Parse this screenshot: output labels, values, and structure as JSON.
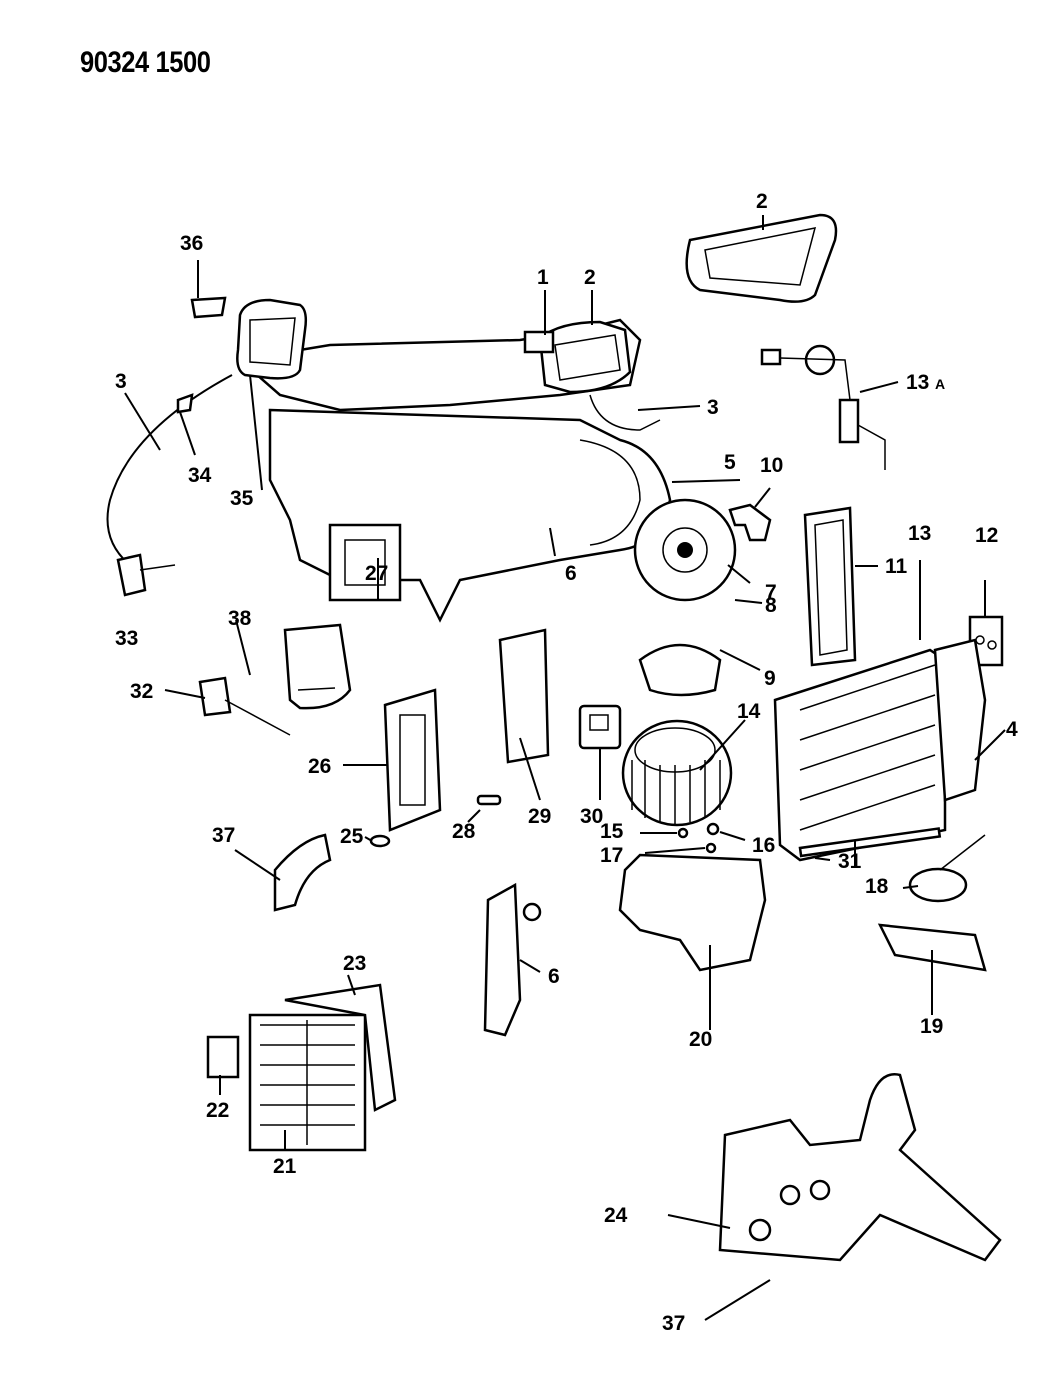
{
  "header": {
    "code": "90324 1500"
  },
  "diagram": {
    "title": "Heater / A/C unit exploded parts view",
    "callouts": [
      {
        "id": "c1",
        "text": "1"
      },
      {
        "id": "c2a",
        "text": "2"
      },
      {
        "id": "c2b",
        "text": "2"
      },
      {
        "id": "c3a",
        "text": "3"
      },
      {
        "id": "c3b",
        "text": "3"
      },
      {
        "id": "c4",
        "text": "4"
      },
      {
        "id": "c5",
        "text": "5"
      },
      {
        "id": "c6a",
        "text": "6"
      },
      {
        "id": "c6b",
        "text": "6"
      },
      {
        "id": "c7",
        "text": "7"
      },
      {
        "id": "c8",
        "text": "8"
      },
      {
        "id": "c9",
        "text": "9"
      },
      {
        "id": "c10",
        "text": "10"
      },
      {
        "id": "c11",
        "text": "11"
      },
      {
        "id": "c12",
        "text": "12"
      },
      {
        "id": "c13",
        "text": "13"
      },
      {
        "id": "c13a",
        "text": "13"
      },
      {
        "id": "c13a_suffix",
        "text": "A"
      },
      {
        "id": "c14",
        "text": "14"
      },
      {
        "id": "c15",
        "text": "15"
      },
      {
        "id": "c16",
        "text": "16"
      },
      {
        "id": "c17",
        "text": "17"
      },
      {
        "id": "c18",
        "text": "18"
      },
      {
        "id": "c19",
        "text": "19"
      },
      {
        "id": "c20",
        "text": "20"
      },
      {
        "id": "c21",
        "text": "21"
      },
      {
        "id": "c22",
        "text": "22"
      },
      {
        "id": "c23",
        "text": "23"
      },
      {
        "id": "c24",
        "text": "24"
      },
      {
        "id": "c25",
        "text": "25"
      },
      {
        "id": "c26",
        "text": "26"
      },
      {
        "id": "c27",
        "text": "27"
      },
      {
        "id": "c28",
        "text": "28"
      },
      {
        "id": "c29",
        "text": "29"
      },
      {
        "id": "c30",
        "text": "30"
      },
      {
        "id": "c31",
        "text": "31"
      },
      {
        "id": "c32",
        "text": "32"
      },
      {
        "id": "c33",
        "text": "33"
      },
      {
        "id": "c34",
        "text": "34"
      },
      {
        "id": "c35",
        "text": "35"
      },
      {
        "id": "c36",
        "text": "36"
      },
      {
        "id": "c37a",
        "text": "37"
      },
      {
        "id": "c37b",
        "text": "37"
      },
      {
        "id": "c38",
        "text": "38"
      }
    ]
  }
}
